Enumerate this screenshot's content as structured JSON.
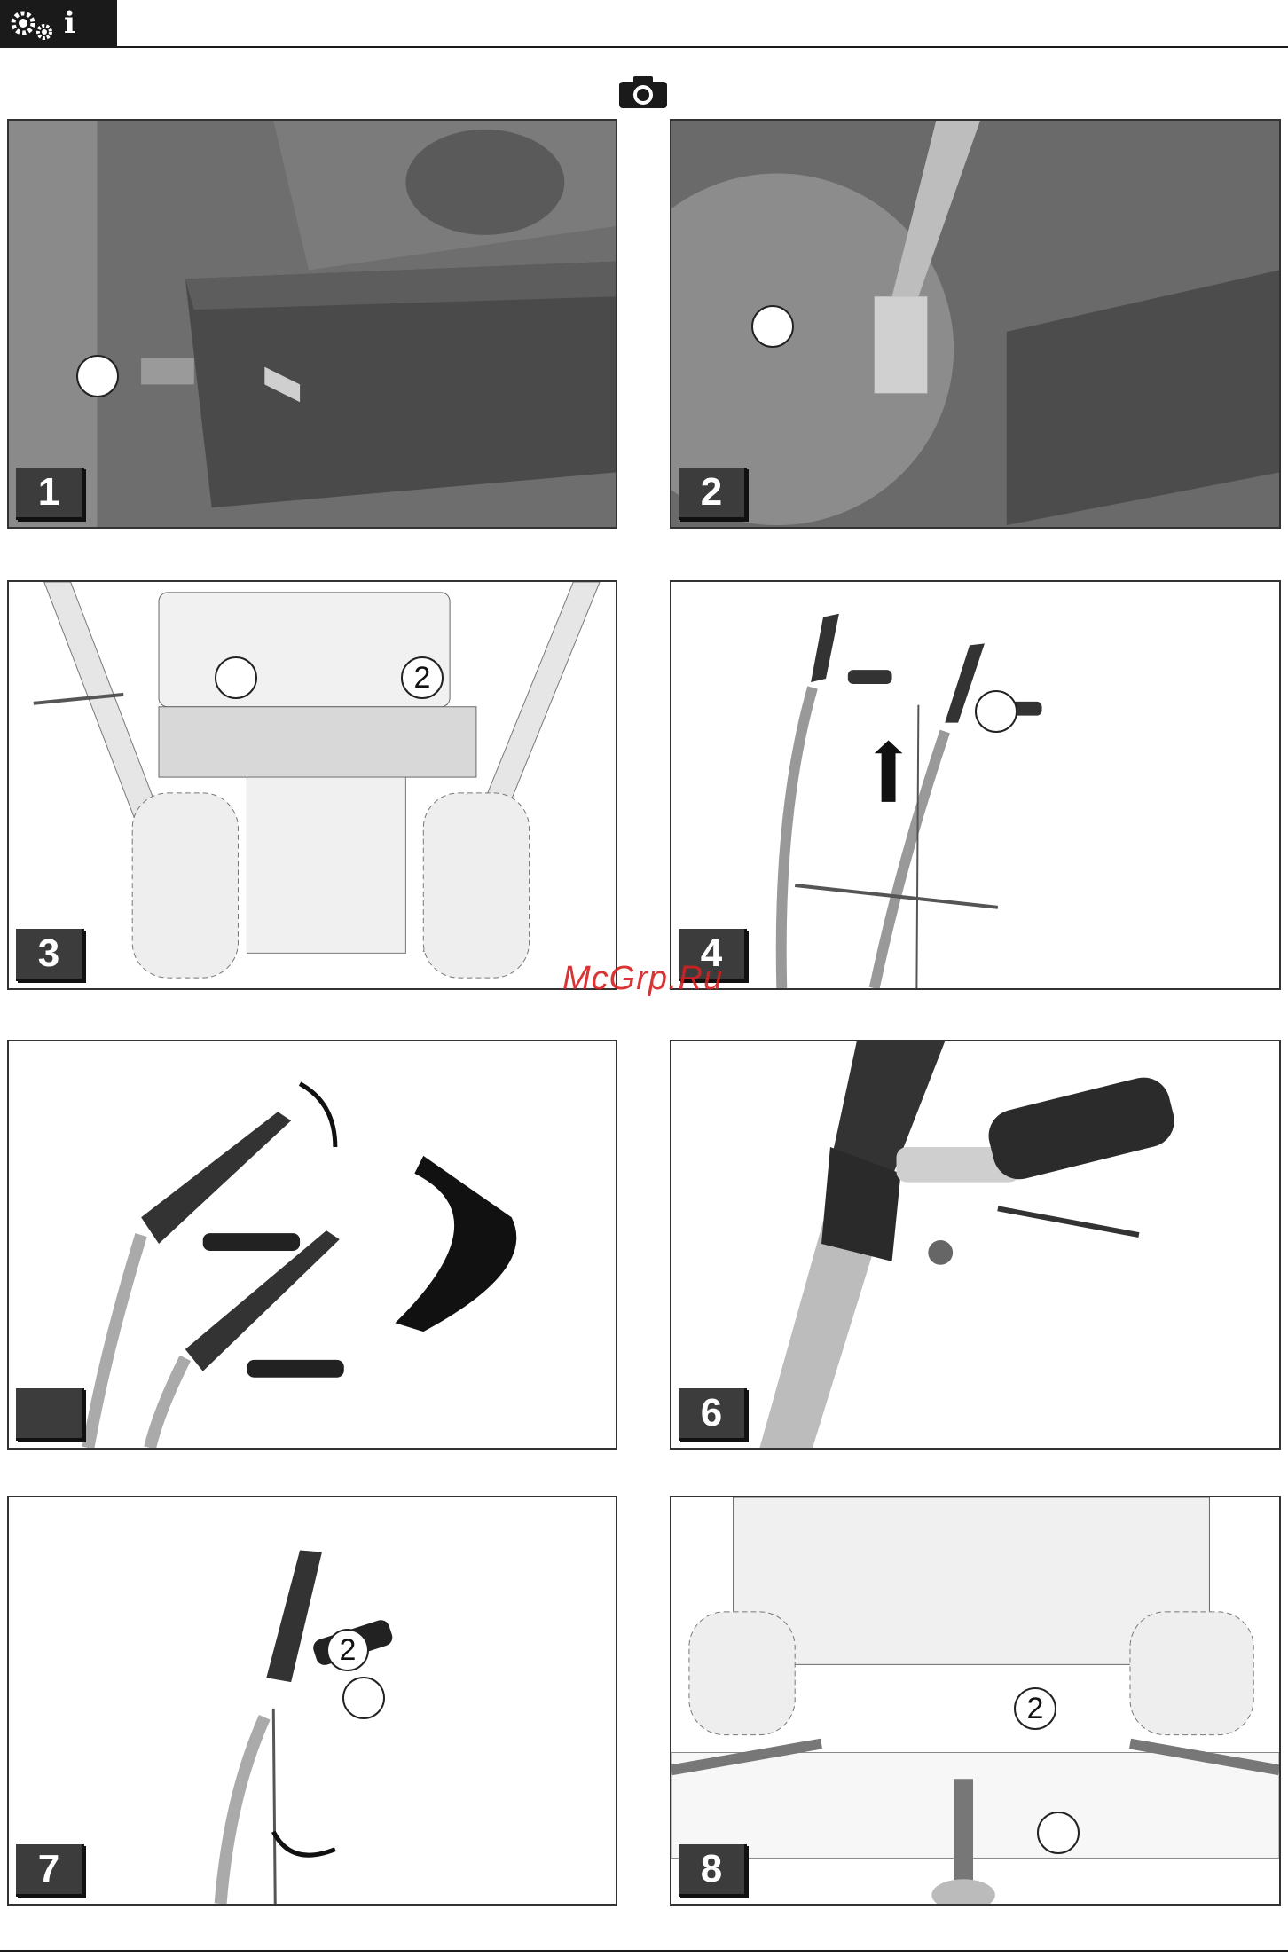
{
  "header": {
    "icon_gears": "gears-icon",
    "info_glyph": "i",
    "icon_camera": "camera-icon"
  },
  "panels": [
    {
      "number": "1",
      "callouts": [
        ""
      ]
    },
    {
      "number": "2",
      "callouts": [
        ""
      ]
    },
    {
      "number": "3",
      "callouts": [
        "",
        "2"
      ]
    },
    {
      "number": "4",
      "callouts": [
        ""
      ]
    },
    {
      "number": "",
      "callouts": []
    },
    {
      "number": "6",
      "callouts": []
    },
    {
      "number": "7",
      "callouts": [
        "2",
        ""
      ]
    },
    {
      "number": "8",
      "callouts": [
        "2",
        ""
      ]
    }
  ],
  "watermark": "McGrp.Ru",
  "colors": {
    "ink": "#1a1a1a",
    "badge": "#3c3c3c",
    "watermark": "#d62020"
  }
}
